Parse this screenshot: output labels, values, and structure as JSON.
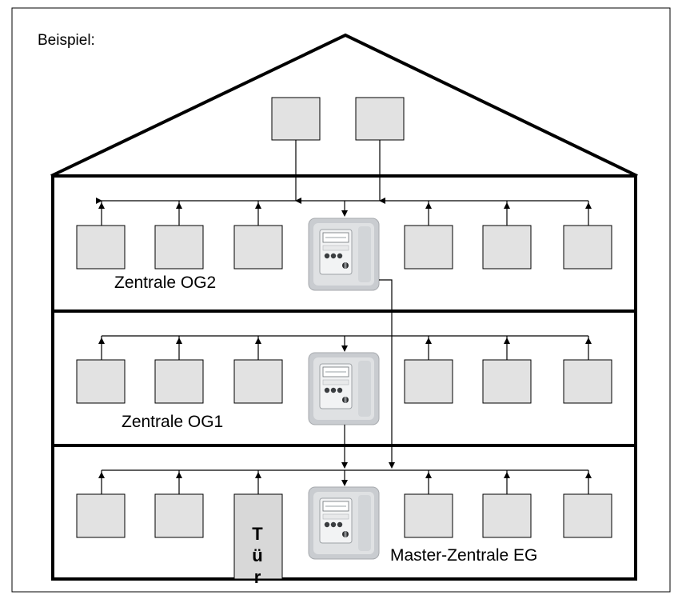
{
  "caption": "Beispiel:",
  "floors": [
    {
      "id": "og2",
      "label": "Zentrale OG2"
    },
    {
      "id": "og1",
      "label": "Zentrale OG1"
    },
    {
      "id": "eg",
      "label": "Master-Zentrale EG"
    }
  ],
  "door": {
    "letters": [
      "T",
      "ü",
      "r"
    ]
  },
  "colors": {
    "box_fill": "#e2e2e2",
    "door_fill": "#d8d8d8",
    "line": "#000000",
    "panel_body": "#d7d9db",
    "panel_frame": "#bfc2c6",
    "panel_display": "#f4f5f6"
  },
  "icons": {
    "central-unit": "control-panel-icon"
  }
}
